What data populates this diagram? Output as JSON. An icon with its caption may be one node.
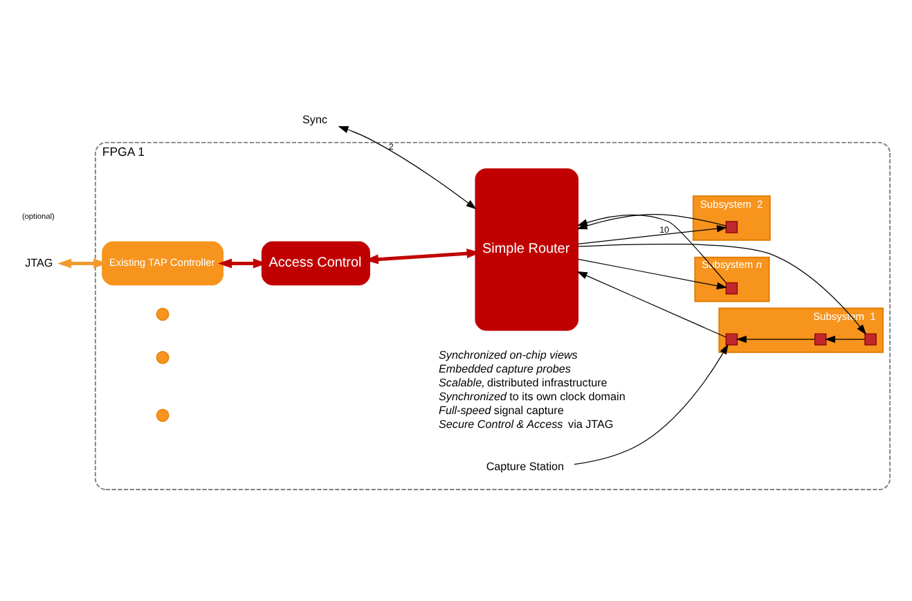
{
  "diagram": {
    "nodes": [
      {
        "text": [
          "FPGA 1"
        ]
      },
      {
        "text": [
          "JTAG"
        ]
      },
      {
        "text": [
          "Existing TAP Controller"
        ],
        "in": 0
      },
      {
        "text": [
          "Access Control"
        ],
        "in": 0
      },
      {
        "text": [
          "Simple Router"
        ],
        "in": 0
      },
      {
        "text": [
          "Subsystem  1"
        ],
        "in": 0
      },
      {
        "text": [],
        "shape": "box",
        "in": 5
      },
      {
        "text": [],
        "shape": "box",
        "in": 5
      },
      {
        "text": [],
        "shape": "box",
        "in": 5
      },
      {
        "text": [
          "Capture Station"
        ],
        "in": 0
      },
      {
        "text": [
          "Subsystem  2"
        ],
        "in": 0
      },
      {
        "text": [],
        "shape": "box",
        "in": 10
      },
      {
        "text": [],
        "shape": "circle",
        "in": 0
      },
      {
        "text": [],
        "shape": "circle",
        "in": 0
      },
      {
        "text": [],
        "shape": "circle",
        "in": 0
      },
      {
        "text": [
          "Subsystem *n*"
        ],
        "in": 0
      },
      {
        "text": [],
        "shape": "box",
        "in": 15
      },
      {
        "text": [
          "Sync"
        ]
      }
    ],
    "edges": [
      {
        "from": 1,
        "to": 2,
        "arrow": "both",
        "style": "thick",
        "color": "#f29a2e"
      },
      {
        "from": 2,
        "to": 3,
        "arrow": "both",
        "style": "thick",
        "color": "#c00000"
      },
      {
        "from": 3,
        "to": 4,
        "arrow": "both",
        "style": "thick",
        "color": "#c00000"
      },
      {
        "from": 17,
        "to": 4,
        "arrow": "both",
        "label": "2"
      },
      {
        "from": 9,
        "to": 6,
        "arrow": "to"
      },
      {
        "from": 8,
        "to": 7,
        "arrow": "to"
      },
      {
        "from": 7,
        "to": 6,
        "arrow": "to"
      },
      {
        "from": 6,
        "to": 4,
        "arrow": "to"
      },
      {
        "from": 4,
        "to": 8,
        "arrow": "to"
      },
      {
        "from": 11,
        "to": 4,
        "arrow": "to"
      },
      {
        "from": 4,
        "to": 11,
        "arrow": "to",
        "label": "10"
      },
      {
        "from": 16,
        "to": 4,
        "arrow": "to"
      },
      {
        "from": 4,
        "to": 16,
        "arrow": "to"
      }
    ],
    "labels": [
      "(optional)",
      "Synchronized on-chip views",
      "Embedded capture probes",
      "*Scalable,* distributed infrastructure",
      "*Synchronized* to its own clock domain",
      "*Full-speed* signal capture",
      "*Secure Control & Access* via JTAG"
    ]
  }
}
